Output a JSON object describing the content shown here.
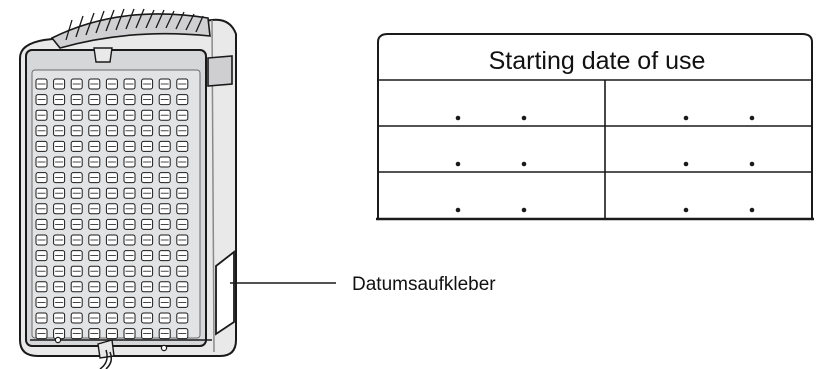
{
  "diagram": {
    "table": {
      "title": "Starting date of use",
      "rows": 3,
      "columns": 2
    },
    "callout": {
      "label": "Datumsaufkleber"
    },
    "colors": {
      "outline": "#1a1a1a",
      "body_fill": "#e9e9ea",
      "panel_fill": "#d6d7d9",
      "slot_fill": "#ffffff"
    },
    "icons": [
      "air-purifier-icon",
      "date-sticker-icon",
      "power-cord-icon"
    ]
  }
}
